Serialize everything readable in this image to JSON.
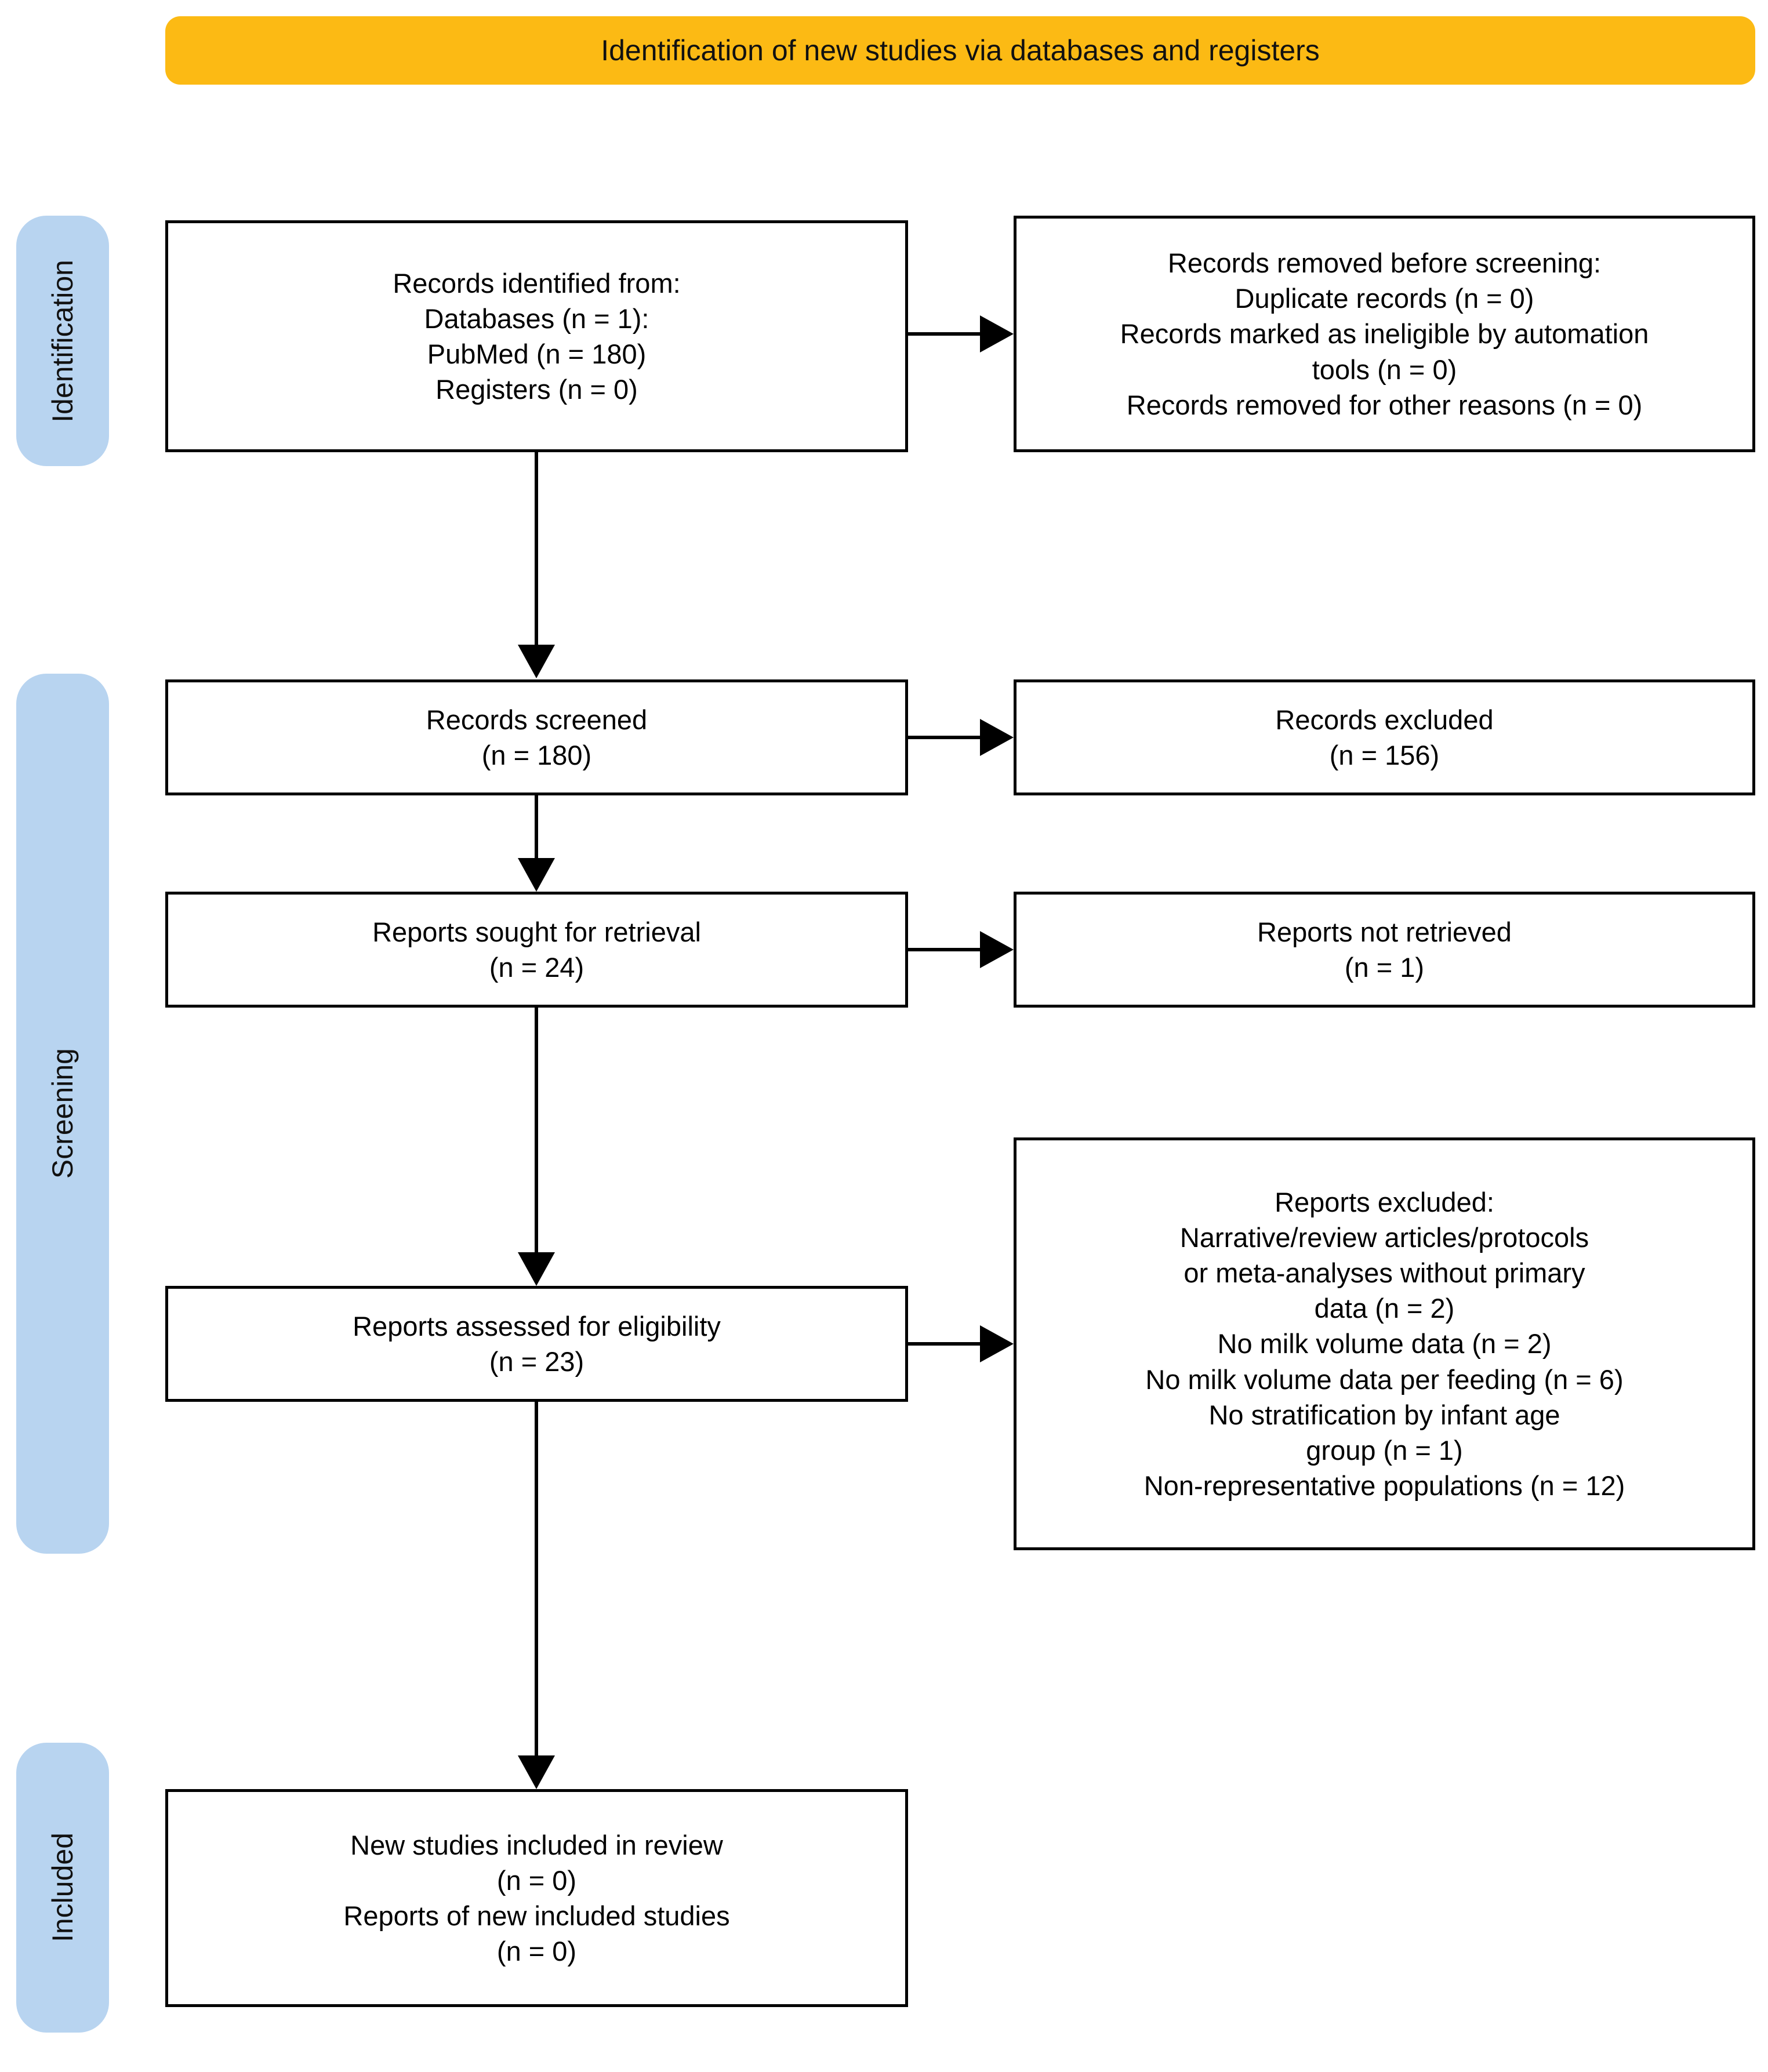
{
  "banner": {
    "title": "Identification of new studies via databases and registers",
    "color": "#FCBA14"
  },
  "stages": {
    "color": "#B8D4F0",
    "identification": "Identification",
    "screening": "Screening",
    "included": "Included"
  },
  "boxes": {
    "identified": "Records identified from:\nDatabases (n = 1):\nPubMed (n = 180)\nRegisters (n = 0)",
    "removed": "Records removed before screening:\nDuplicate records (n = 0)\nRecords marked as ineligible by automation\ntools (n = 0)\nRecords removed for other reasons (n = 0)",
    "screened": "Records screened\n(n = 180)",
    "excluded": "Records excluded\n(n = 156)",
    "sought": "Reports sought for retrieval\n(n = 24)",
    "not_retrieved": "Reports not retrieved\n(n = 1)",
    "assessed": "Reports assessed for eligibility\n(n = 23)",
    "reports_excluded": "Reports excluded:\nNarrative/review articles/protocols\nor meta-analyses without primary\ndata (n = 2)\nNo milk volume data (n = 2)\nNo milk volume data per feeding (n = 6)\nNo stratification by infant age\ngroup (n = 1)\nNon-representative populations (n = 12)",
    "included": "New studies included in review\n(n = 0)\nReports of new included studies\n(n = 0)"
  },
  "chart_data": {
    "type": "table",
    "title": "PRISMA 2020 flow diagram — Identification of new studies via databases and registers",
    "stages": [
      "Identification",
      "Screening",
      "Included"
    ],
    "nodes": [
      {
        "id": "identified",
        "stage": "Identification",
        "column": "left",
        "label": "Records identified from",
        "items": [
          {
            "text": "Databases (n = 1)",
            "n": 1
          },
          {
            "text": "PubMed (n = 180)",
            "n": 180
          },
          {
            "text": "Registers (n = 0)",
            "n": 0
          }
        ]
      },
      {
        "id": "removed",
        "stage": "Identification",
        "column": "right",
        "label": "Records removed before screening",
        "items": [
          {
            "text": "Duplicate records (n = 0)",
            "n": 0
          },
          {
            "text": "Records marked as ineligible by automation tools (n = 0)",
            "n": 0
          },
          {
            "text": "Records removed for other reasons (n = 0)",
            "n": 0
          }
        ]
      },
      {
        "id": "screened",
        "stage": "Screening",
        "column": "left",
        "label": "Records screened",
        "n": 180
      },
      {
        "id": "excluded",
        "stage": "Screening",
        "column": "right",
        "label": "Records excluded",
        "n": 156
      },
      {
        "id": "sought",
        "stage": "Screening",
        "column": "left",
        "label": "Reports sought for retrieval",
        "n": 24
      },
      {
        "id": "not_retrieved",
        "stage": "Screening",
        "column": "right",
        "label": "Reports not retrieved",
        "n": 1
      },
      {
        "id": "assessed",
        "stage": "Screening",
        "column": "left",
        "label": "Reports assessed for eligibility",
        "n": 23
      },
      {
        "id": "reports_excluded",
        "stage": "Screening",
        "column": "right",
        "label": "Reports excluded",
        "items": [
          {
            "text": "Narrative/review articles/protocols or meta-analyses without primary data (n = 2)",
            "n": 2
          },
          {
            "text": "No milk volume data (n = 2)",
            "n": 2
          },
          {
            "text": "No milk volume data per feeding (n = 6)",
            "n": 6
          },
          {
            "text": "No stratification by infant age group (n = 1)",
            "n": 1
          },
          {
            "text": "Non-representative populations (n = 12)",
            "n": 12
          }
        ]
      },
      {
        "id": "included",
        "stage": "Included",
        "column": "left",
        "label": "New studies included in review",
        "items": [
          {
            "text": "New studies included in review (n = 0)",
            "n": 0
          },
          {
            "text": "Reports of new included studies (n = 0)",
            "n": 0
          }
        ]
      }
    ],
    "edges": [
      {
        "from": "identified",
        "to": "removed",
        "direction": "right"
      },
      {
        "from": "identified",
        "to": "screened",
        "direction": "down"
      },
      {
        "from": "screened",
        "to": "excluded",
        "direction": "right"
      },
      {
        "from": "screened",
        "to": "sought",
        "direction": "down"
      },
      {
        "from": "sought",
        "to": "not_retrieved",
        "direction": "right"
      },
      {
        "from": "sought",
        "to": "assessed",
        "direction": "down"
      },
      {
        "from": "assessed",
        "to": "reports_excluded",
        "direction": "right"
      },
      {
        "from": "assessed",
        "to": "included",
        "direction": "down"
      }
    ]
  }
}
